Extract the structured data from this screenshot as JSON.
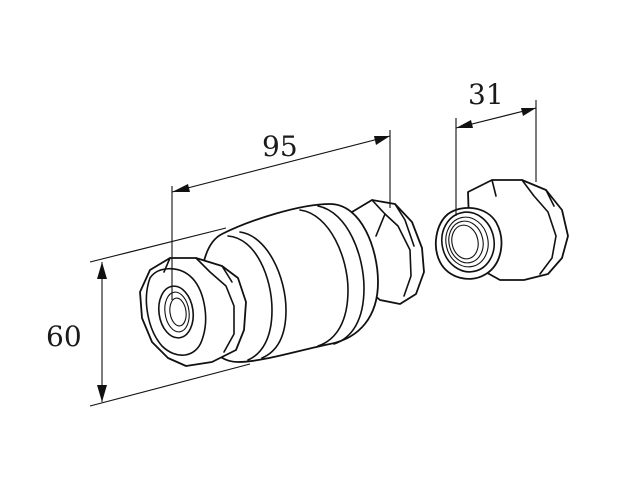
{
  "dimensions": {
    "length_label": "95",
    "height_label": "60",
    "adapter_label": "31"
  }
}
